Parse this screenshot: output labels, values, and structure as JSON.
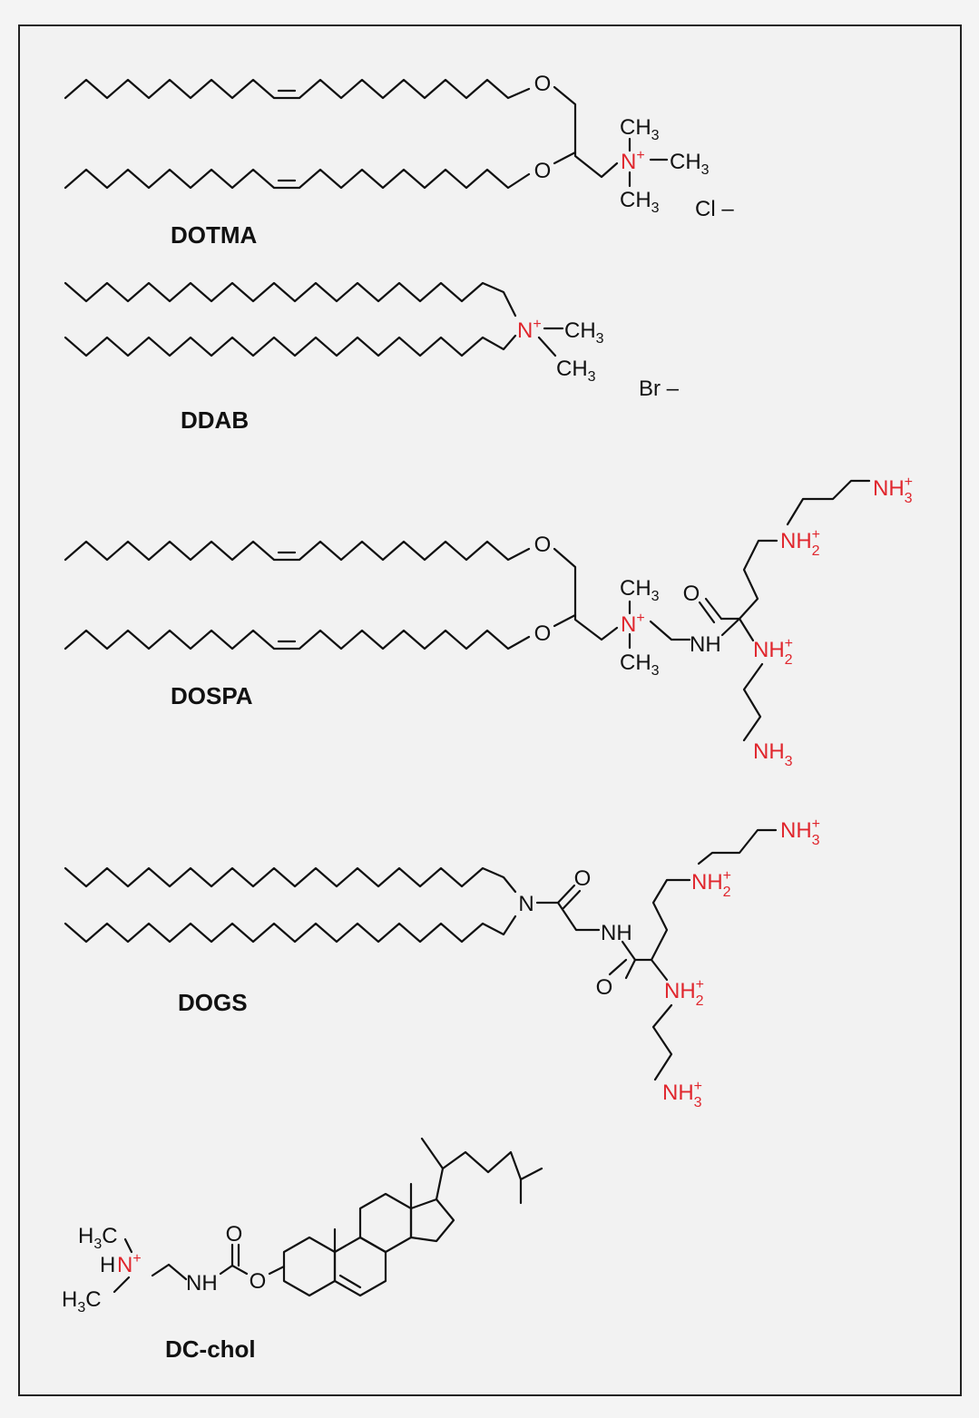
{
  "colors": {
    "black": "#111111",
    "red": "#e0262d",
    "frame": "#222222",
    "background": "#f4f4f4"
  },
  "compounds": [
    {
      "name": "DOTMA",
      "counter_ion": "Cl –"
    },
    {
      "name": "DDAB",
      "counter_ion": "Br –"
    },
    {
      "name": "DOSPA"
    },
    {
      "name": "DOGS"
    },
    {
      "name": "DC-chol"
    }
  ],
  "labels": {
    "O": "O",
    "N": "N",
    "NH": "NH",
    "H": "H",
    "CH": "CH",
    "H_": "H",
    "C": "C",
    "three": "3",
    "two": "2",
    "plus": "+",
    "minus_bond": "–",
    "NH2": "NH",
    "NH3": "NH"
  }
}
